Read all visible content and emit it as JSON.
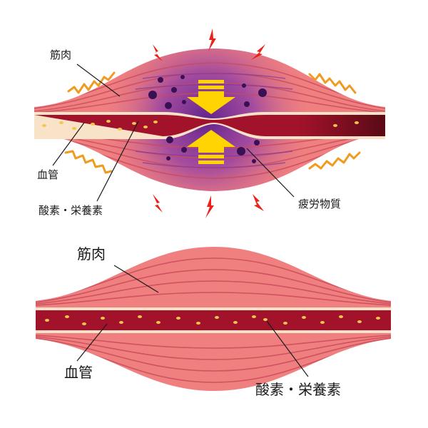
{
  "top_diagram": {
    "labels": {
      "muscle": "筋肉",
      "blood_vessel": "血管",
      "nutrients": "酸素・栄養素",
      "fatigue": "疲労物質"
    }
  },
  "bottom_diagram": {
    "labels": {
      "muscle": "筋肉",
      "blood_vessel": "血管",
      "nutrients": "酸素・栄養素"
    }
  },
  "colors": {
    "muscle_fill": "#f08080",
    "muscle_stripe": "#c94a5a",
    "vessel_fill": "#a3122b",
    "vessel_wall": "#f8e2c8",
    "nutrient_dot": "#f1c74f",
    "fatigue_purple": "#7b3aa0",
    "arrow_yellow": "#ffd400",
    "spark_red": "#e8241a",
    "heat_orange": "#f19a1e"
  }
}
